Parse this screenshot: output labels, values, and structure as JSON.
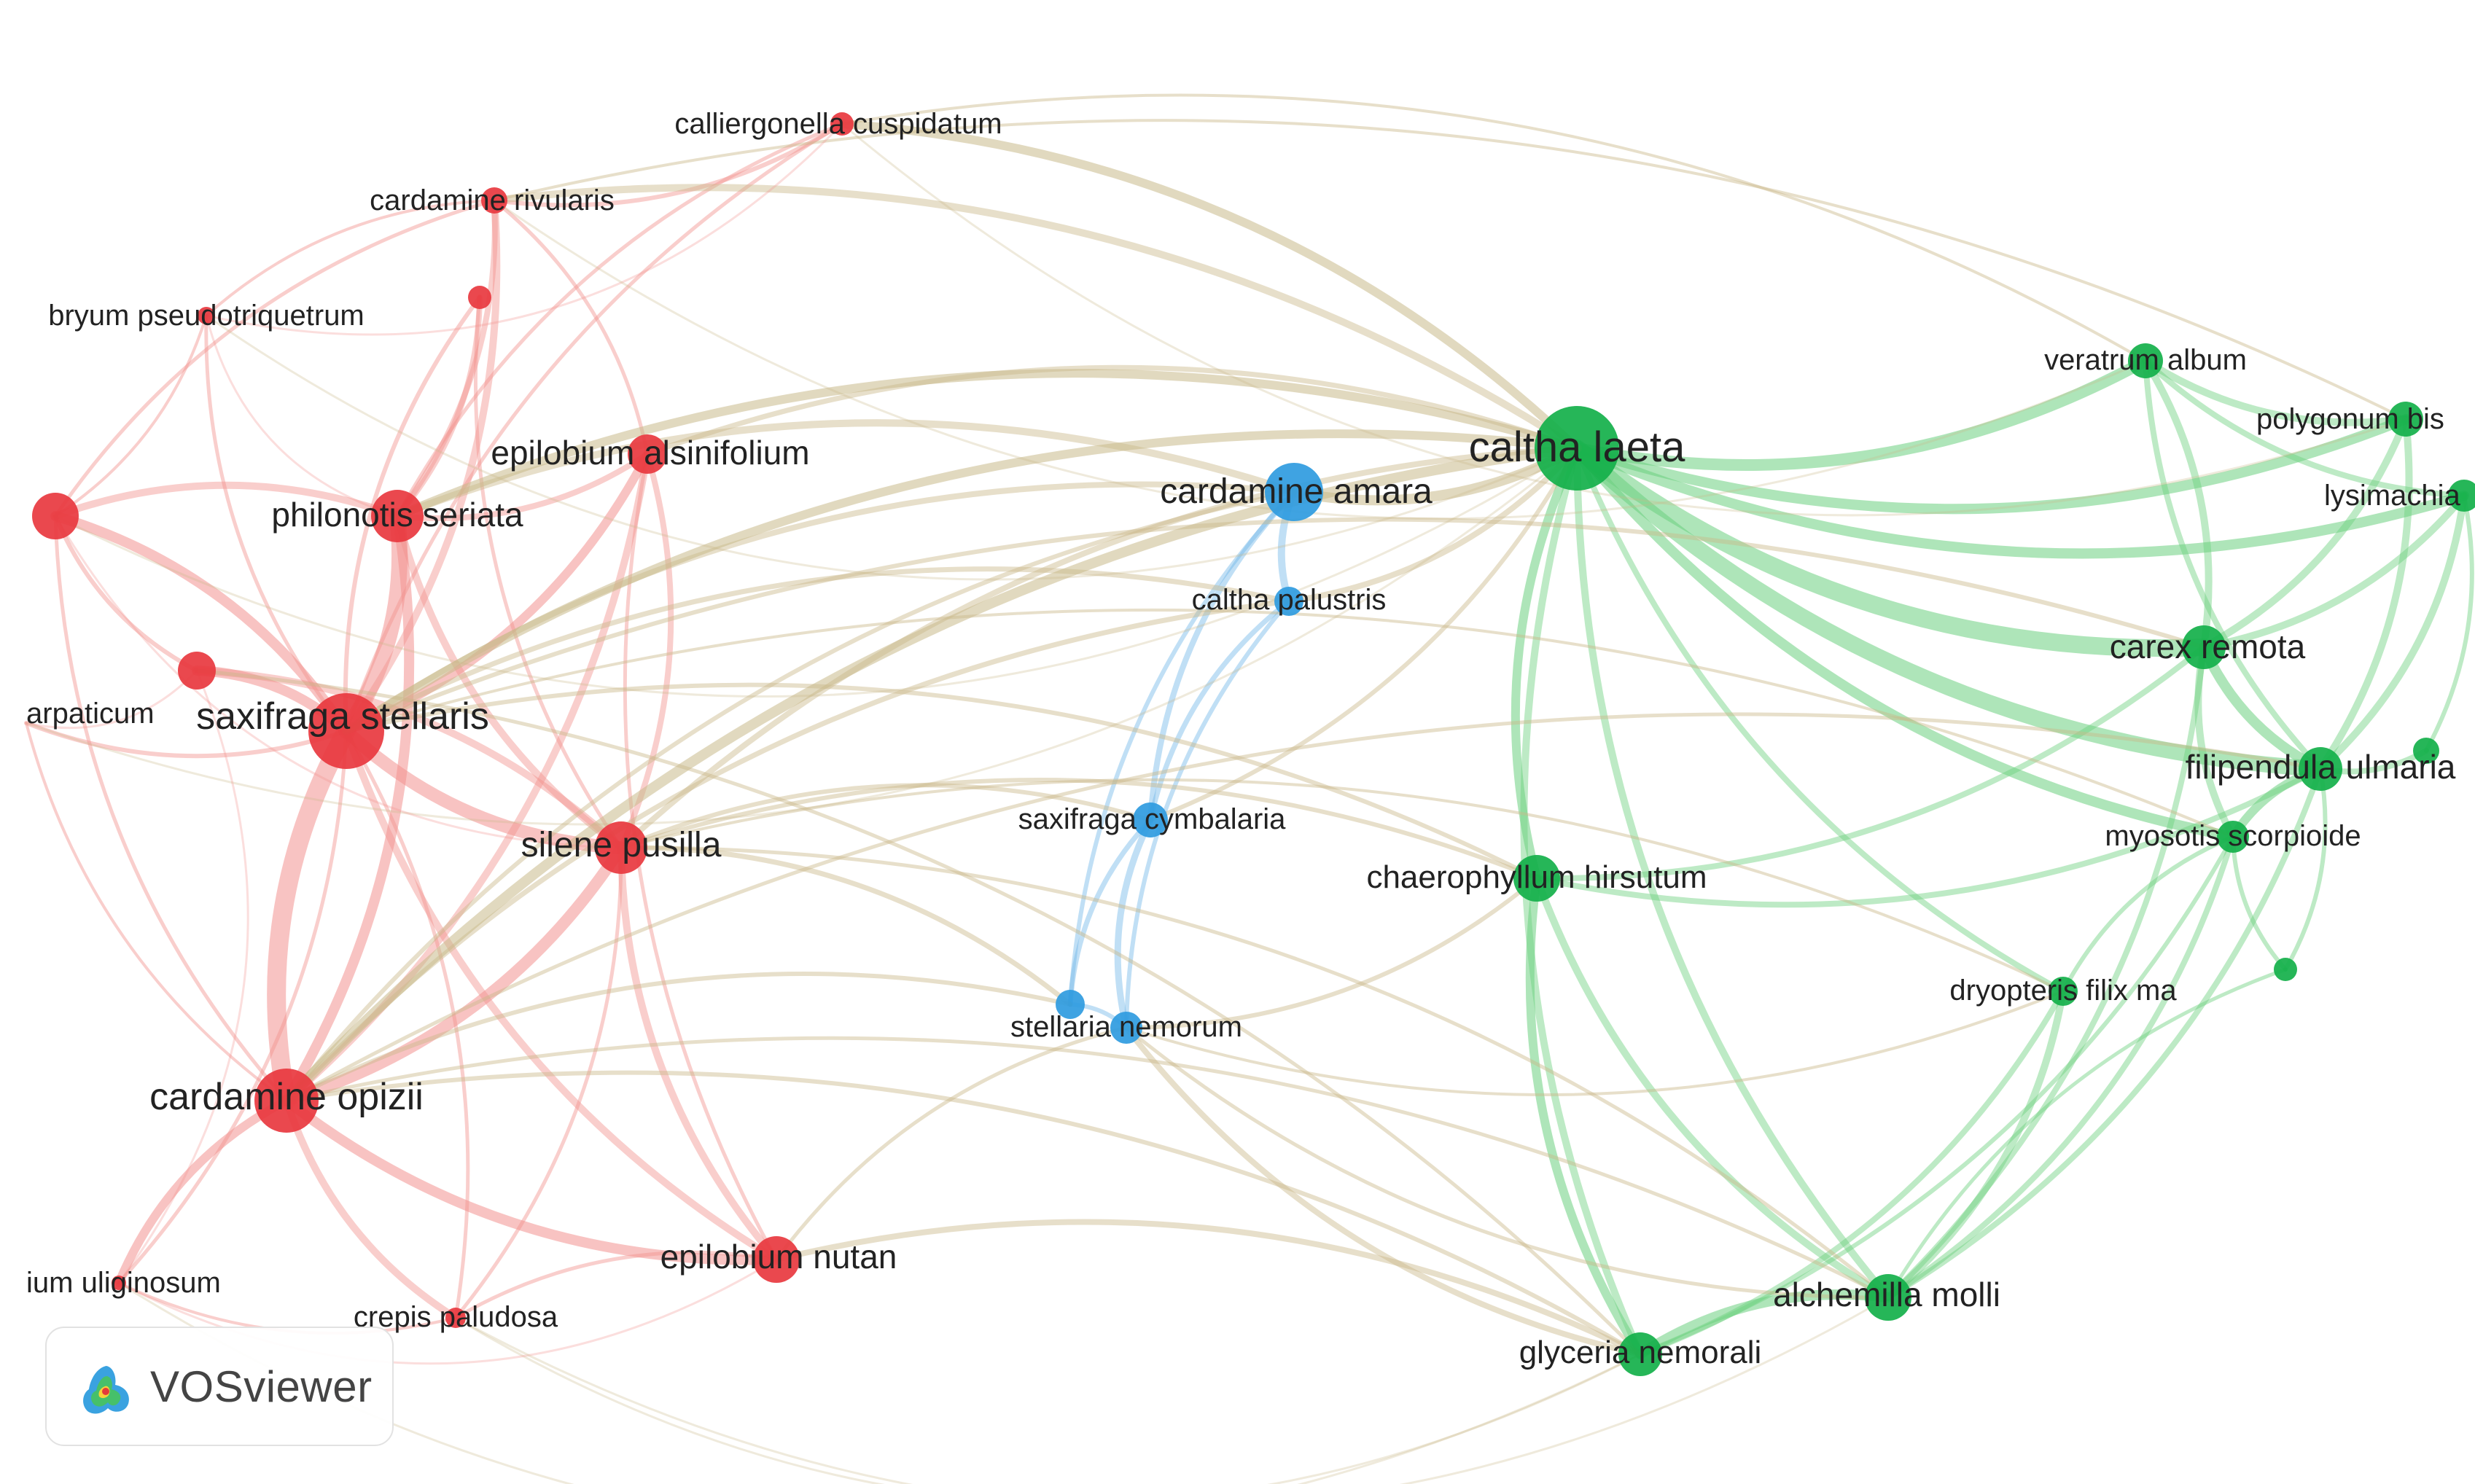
{
  "colors": {
    "red_cluster": "#e8383f",
    "green_cluster": "#14b04a",
    "blue_cluster": "#2f9be0",
    "red_edge": "#f2928f",
    "green_edge": "#6cd07f",
    "blue_edge": "#74b9e8",
    "mixed_edge": "#c9b98a",
    "label": "#222222"
  },
  "watermark": {
    "text": "VOSviewer",
    "icon": "vosviewer-logo-icon"
  },
  "nodes": [
    {
      "id": "calliergonella",
      "label": "calliergonella cuspidatum",
      "cluster": "red"
    },
    {
      "id": "cardamine_rivularis",
      "label": "cardamine rivularis",
      "cluster": "red"
    },
    {
      "id": "red_small_1",
      "label": "",
      "cluster": "red"
    },
    {
      "id": "bryum",
      "label": "bryum pseudotriquetrum",
      "cluster": "red"
    },
    {
      "id": "epilobium_alsinifolium",
      "label": "epilobium alsinifolium",
      "cluster": "red"
    },
    {
      "id": "red_left",
      "label": "",
      "cluster": "red"
    },
    {
      "id": "philonotis",
      "label": "philonotis seriata",
      "cluster": "red"
    },
    {
      "id": "red_small_2",
      "label": "",
      "cluster": "red"
    },
    {
      "id": "carpaticum",
      "label": "arpaticum",
      "cluster": "red"
    },
    {
      "id": "saxifraga_stellaris",
      "label": "saxifraga stellaris",
      "cluster": "red"
    },
    {
      "id": "silene",
      "label": "silene pusilla",
      "cluster": "red"
    },
    {
      "id": "cardamine_opizii",
      "label": "cardamine opizii",
      "cluster": "red"
    },
    {
      "id": "uliginosum",
      "label": "ium uliginosum",
      "cluster": "red"
    },
    {
      "id": "crepis",
      "label": "crepis paludosa",
      "cluster": "red"
    },
    {
      "id": "epilobium_nutan",
      "label": "epilobium nutan",
      "cluster": "red"
    },
    {
      "id": "cardamine_amara",
      "label": "cardamine amara",
      "cluster": "blue"
    },
    {
      "id": "caltha_palustris",
      "label": "caltha palustris",
      "cluster": "blue"
    },
    {
      "id": "saxifraga_cymbalaria",
      "label": "saxifraga cymbalaria",
      "cluster": "blue"
    },
    {
      "id": "stellaria_a",
      "label": "",
      "cluster": "blue"
    },
    {
      "id": "stellaria",
      "label": "stellaria nemorum",
      "cluster": "blue"
    },
    {
      "id": "caltha_laeta",
      "label": "caltha laeta",
      "cluster": "green"
    },
    {
      "id": "veratrum",
      "label": "veratrum album",
      "cluster": "green"
    },
    {
      "id": "polygonum",
      "label": "polygonum bis",
      "cluster": "green"
    },
    {
      "id": "lysimachia",
      "label": "lysimachia",
      "cluster": "green"
    },
    {
      "id": "carex",
      "label": "carex remota",
      "cluster": "green"
    },
    {
      "id": "filipendula",
      "label": "filipendula ulmaria",
      "cluster": "green"
    },
    {
      "id": "green_small_1",
      "label": "",
      "cluster": "green"
    },
    {
      "id": "myosotis",
      "label": "myosotis scorpioide",
      "cluster": "green"
    },
    {
      "id": "chaerophyllum",
      "label": "chaerophyllum hirsutum",
      "cluster": "green"
    },
    {
      "id": "dryopteris",
      "label": "dryopteris filix ma",
      "cluster": "green"
    },
    {
      "id": "green_small_2",
      "label": "",
      "cluster": "green"
    },
    {
      "id": "alchemilla",
      "label": "alchemilla molli",
      "cluster": "green"
    },
    {
      "id": "glyceria",
      "label": "glyceria nemorali",
      "cluster": "green"
    }
  ]
}
